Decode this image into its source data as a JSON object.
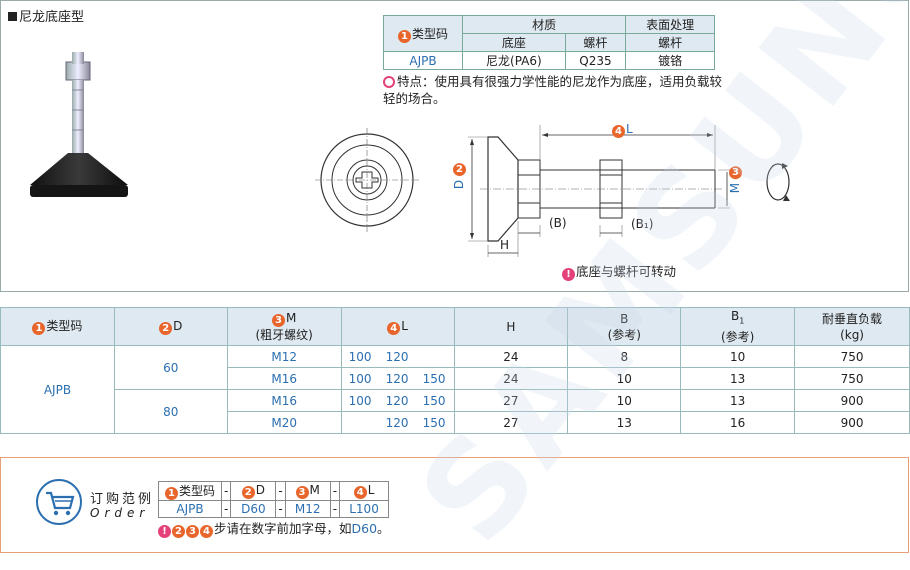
{
  "title": "尼龙底座型",
  "material_table": {
    "type_code_header": "类型码",
    "material_header": "材质",
    "surface_header": "表面处理",
    "base_header": "底座",
    "screw_header": "螺杆",
    "surface_sub_header": "螺杆",
    "row": {
      "type": "AJPB",
      "base": "尼龙(PA6)",
      "screw": "Q235",
      "surface": "镀铬"
    }
  },
  "feature_text": "特点：使用具有很强力学性能的尼龙作为底座，适用负载较轻的场合。",
  "drawing": {
    "label_L": "L",
    "label_D": "D",
    "label_M": "M",
    "label_B": "(B)",
    "label_B1": "(B₁)",
    "label_H": "H",
    "num_L": "4",
    "num_D": "2",
    "num_M": "3",
    "rotate_note": "底座与螺杆可转动"
  },
  "spec_table": {
    "headers": {
      "type": "类型码",
      "d": "D",
      "m": "M",
      "m_sub": "(粗牙螺纹)",
      "l": "L",
      "h": "H",
      "b": "B",
      "b_sub": "(参考)",
      "b1": "B1",
      "b1_sub": "(参考)",
      "load": "耐垂直负载",
      "load_sub": "(kg)"
    },
    "type_value": "AJPB",
    "rows": [
      {
        "d": "60",
        "m": "M12",
        "l": [
          "100",
          "120",
          ""
        ],
        "h": "24",
        "b": "8",
        "b1": "10",
        "load": "750"
      },
      {
        "d": "",
        "m": "M16",
        "l": [
          "100",
          "120",
          "150"
        ],
        "h": "24",
        "b": "10",
        "b1": "13",
        "load": "750"
      },
      {
        "d": "80",
        "m": "M16",
        "l": [
          "100",
          "120",
          "150"
        ],
        "h": "27",
        "b": "10",
        "b1": "13",
        "load": "900"
      },
      {
        "d": "",
        "m": "M20",
        "l": [
          "",
          "120",
          "150"
        ],
        "h": "27",
        "b": "13",
        "b1": "16",
        "load": "900"
      }
    ]
  },
  "order": {
    "title": "订购范例",
    "subtitle": "Order",
    "h_type": "类型码",
    "h_d": "D",
    "h_m": "M",
    "h_l": "L",
    "dash": "-",
    "v_type": "AJPB",
    "v_d": "D60",
    "v_m": "M12",
    "v_l": "L100",
    "note": "步请在数字前加字母，如",
    "note_example": "D60",
    "note_end": "。"
  },
  "watermark": "SAMSUNG"
}
